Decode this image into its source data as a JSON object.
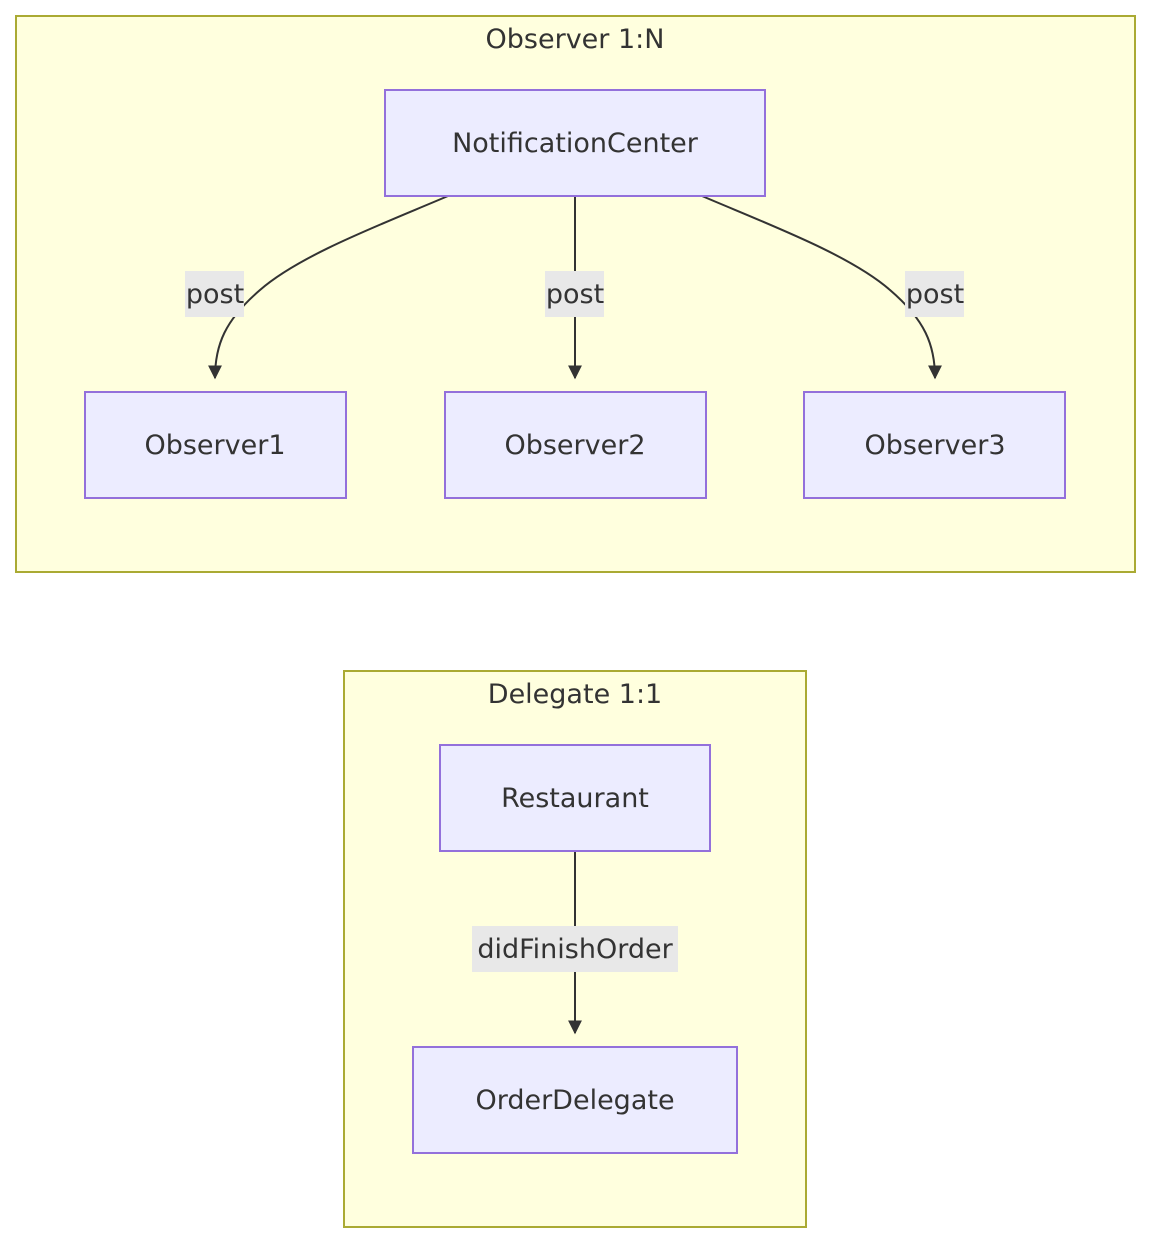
{
  "colors": {
    "cluster_fill": "#ffffde",
    "cluster_stroke": "#aaaa33",
    "node_fill": "#ececff",
    "node_stroke": "#9370db",
    "edge": "#333333",
    "edge_label_bg": "#e8e8e8",
    "text": "#333333"
  },
  "observer_group": {
    "title": "Observer 1:N",
    "center_label": "NotificationCenter",
    "observers": [
      {
        "label": "Observer1",
        "edge_label": "post"
      },
      {
        "label": "Observer2",
        "edge_label": "post"
      },
      {
        "label": "Observer3",
        "edge_label": "post"
      }
    ]
  },
  "delegate_group": {
    "title": "Delegate 1:1",
    "source_label": "Restaurant",
    "edge_label": "didFinishOrder",
    "target_label": "OrderDelegate"
  }
}
